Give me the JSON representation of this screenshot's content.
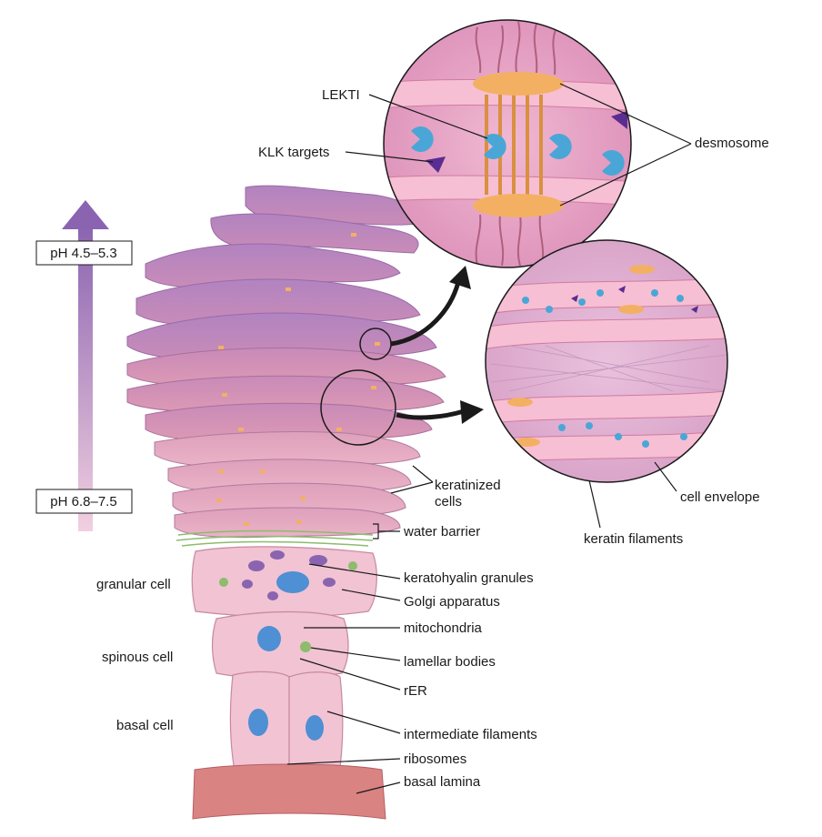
{
  "ph_scale": {
    "top_label": "pH 4.5–5.3",
    "bottom_label": "pH 6.8–7.5"
  },
  "cell_layers": {
    "granular": "granular cell",
    "spinous": "spinous cell",
    "basal": "basal cell"
  },
  "labels": {
    "lekti": "LEKTI",
    "klk_targets": "KLK targets",
    "desmosome": "desmosome",
    "keratinized_line1": "keratinized",
    "keratinized_line2": "cells",
    "water_barrier": "water barrier",
    "cell_envelope": "cell envelope",
    "keratin_filaments": "keratin filaments",
    "keratohyalin_granules": "keratohyalin granules",
    "golgi_apparatus": "Golgi apparatus",
    "mitochondria": "mitochondria",
    "lamellar_bodies": "lamellar bodies",
    "rer": "rER",
    "intermediate_filaments": "intermediate filaments",
    "ribosomes": "ribosomes",
    "basal_lamina": "basal lamina"
  },
  "colors": {
    "ph_arrow_top": "#8a64b0",
    "ph_arrow_bottom": "#f2cfe0",
    "corneocyte_top": "#a77bb8",
    "corneocyte_bottom": "#d994b0",
    "living_cell": "#f1c3d3",
    "nucleus": "#4f8fd3",
    "desmosome_plaque": "#f3b063",
    "lekti_inhibitor": "#4aa6d6",
    "klk_target": "#5b2c91",
    "zoom_background": "#e8a5c5",
    "lipid_green": "#8cbc6c"
  }
}
